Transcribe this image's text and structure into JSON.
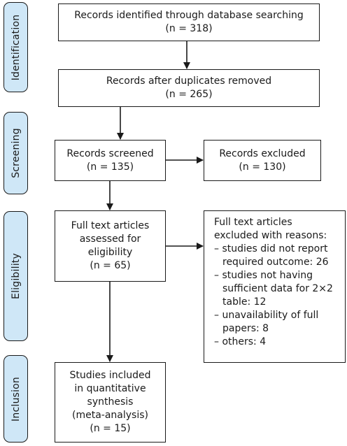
{
  "phases": [
    {
      "label": "Identification"
    },
    {
      "label": "Screening"
    },
    {
      "label": "Eligibility"
    },
    {
      "label": "Inclusion"
    }
  ],
  "boxes": {
    "identified": {
      "lines": [
        "Records identified through database searching",
        "(n = 318)"
      ]
    },
    "deduplicated": {
      "lines": [
        "Records after duplicates removed",
        "(n = 265)"
      ]
    },
    "screened": {
      "lines": [
        "Records screened",
        "(n = 135)"
      ]
    },
    "excluded": {
      "lines": [
        "Records excluded",
        "(n = 130)"
      ]
    },
    "fulltext": {
      "lines": [
        "Full text articles",
        "assessed for",
        "eligibility",
        "(n = 65)"
      ]
    },
    "fulltext_excluded": {
      "header": [
        "Full text articles",
        "excluded with reasons:"
      ],
      "reasons": [
        "– studies did not report required outcome: 26",
        "– studies not having sufficient data for 2×2 table: 12",
        "– unavailability of full papers: 8",
        "– others: 4"
      ]
    },
    "included": {
      "lines": [
        "Studies included",
        "in quantitative",
        "synthesis",
        "(meta-analysis)",
        "(n = 15)"
      ]
    }
  },
  "colors": {
    "phase_fill": "#cfe7f7",
    "stroke": "#1a1a1a"
  }
}
